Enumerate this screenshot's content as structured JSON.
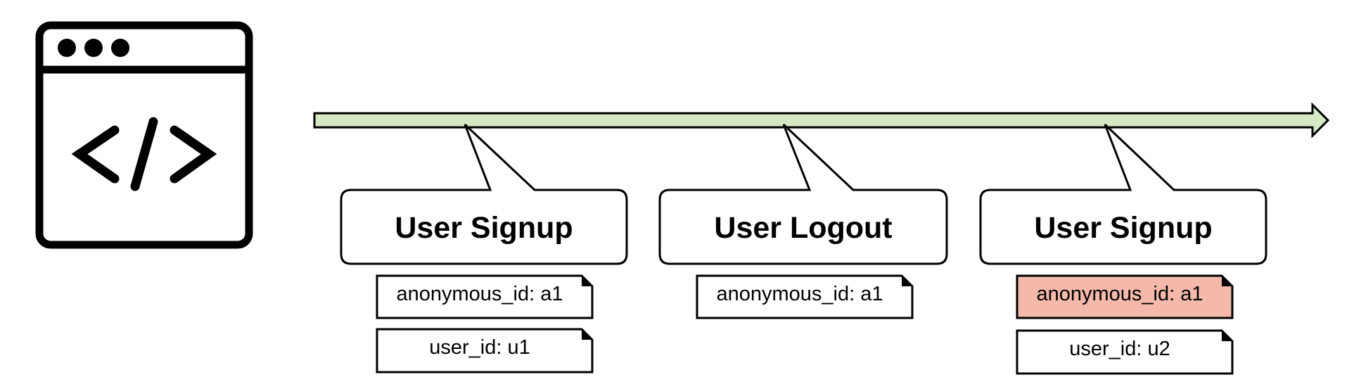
{
  "colors": {
    "timeline_fill": "#d5e8c4",
    "stroke": "#000000",
    "note_fill": "#ffffff",
    "highlight_fill": "#f4b9ab",
    "icon_stroke": "#000000"
  },
  "icon": {
    "name": "browser-code-icon"
  },
  "timeline": {
    "name": "event-timeline-arrow"
  },
  "events": [
    {
      "title": "User Signup",
      "attributes": [
        {
          "text": "anonymous_id: a1",
          "highlighted": false
        },
        {
          "text": "user_id: u1",
          "highlighted": false
        }
      ]
    },
    {
      "title": "User Logout",
      "attributes": [
        {
          "text": "anonymous_id: a1",
          "highlighted": false
        }
      ]
    },
    {
      "title": "User Signup",
      "attributes": [
        {
          "text": "anonymous_id: a1",
          "highlighted": true
        },
        {
          "text": "user_id: u2",
          "highlighted": false
        }
      ]
    }
  ]
}
